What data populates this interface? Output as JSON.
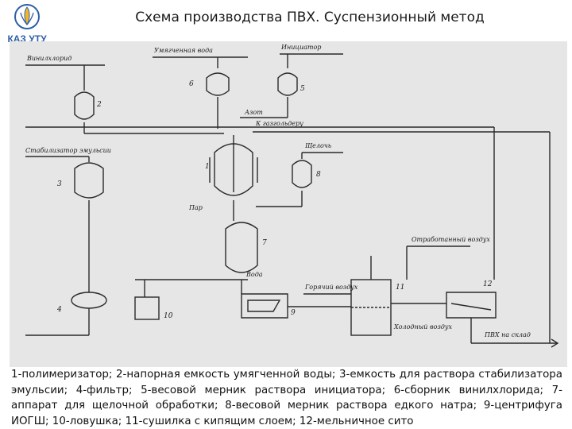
{
  "header": {
    "logo_text": "КАЗ УТУ",
    "title": "Схема производства ПВХ. Суспензионный метод"
  },
  "scheme": {
    "labels": {
      "vinyl_chloride": "Винилхлорид",
      "initiator": "Инициатор",
      "softened_water": "Умягченная вода",
      "nitrogen": "Азот",
      "to_gas_holder": "К газгольдеру",
      "emulsion_stabilizer": "Стабилизатор эмульсии",
      "alkali": "Щелочь",
      "steam": "Пар",
      "water": "Вода",
      "spent_air": "Отработанный воздух",
      "hot_air": "Горячий воздух",
      "cold_air": "Холодный воздух",
      "pvc_to_storage": "ПВХ на склад"
    },
    "numbers": [
      "1",
      "2",
      "3",
      "4",
      "5",
      "6",
      "7",
      "8",
      "9",
      "10",
      "11",
      "12"
    ]
  },
  "caption": {
    "text": "1-полимеризатор; 2-напорная емкость умягченной воды; 3-емкость для раствора стабилизатора эмульсии; 4-фильтр; 5-весовой мерник раствора инициатора; 6-сборник винилхлорида; 7-аппарат для щелочной обработки; 8-весовой мерник раствора едкого натра; 9-центрифуга ИОГШ; 10-ловушка; 11-сушилка с кипящим слоем; 12-мельничное сито"
  }
}
